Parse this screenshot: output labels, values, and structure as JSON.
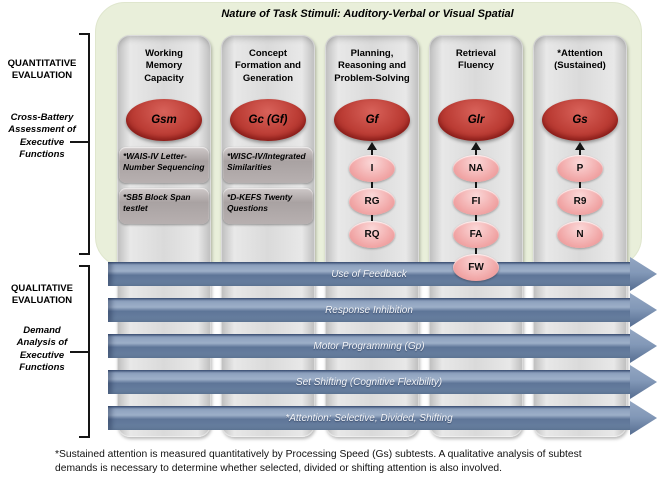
{
  "title": "Nature of Task Stimuli: Auditory-Verbal or Visual Spatial",
  "sections": {
    "quantitative": {
      "heading": "QUANTITATIVE\nEVALUATION",
      "subheading": "Cross-Battery\nAssessment of\nExecutive\nFunctions"
    },
    "qualitative": {
      "heading": "QUALITATIVE\nEVALUATION",
      "subheading": "Demand\nAnalysis of\nExecutive\nFunctions"
    }
  },
  "columns": [
    {
      "title": "Working\nMemory\nCapacity",
      "ability": "Gsm",
      "tests": [
        "*WAIS-IV Letter-\nNumber Sequencing",
        "*SB5 Block Span\ntestlet"
      ],
      "subtests": []
    },
    {
      "title": "Concept\nFormation and\nGeneration",
      "ability": "Gc (Gf)",
      "tests": [
        "*WISC-IV/Integrated\nSimilarities",
        "*D-KEFS Twenty\nQuestions"
      ],
      "subtests": []
    },
    {
      "title": "Planning,\nReasoning and\nProblem-Solving",
      "ability": "Gf",
      "tests": [],
      "subtests": [
        "I",
        "RG",
        "RQ"
      ]
    },
    {
      "title": "Retrieval\nFluency",
      "ability": "Glr",
      "tests": [],
      "subtests": [
        "NA",
        "FI",
        "FA",
        "FW"
      ]
    },
    {
      "title": "*Attention\n(Sustained)",
      "ability": "Gs",
      "tests": [],
      "subtests": [
        "P",
        "R9",
        "N"
      ]
    }
  ],
  "bands": [
    "Use of Feedback",
    "Response Inhibition",
    "Motor Programming (Gp)",
    "Set Shifting (Cognitive Flexibility)",
    "*Attention: Selective, Divided, Shifting"
  ],
  "footnote": "*Sustained attention is measured quantitatively by Processing Speed (Gs) subtests.  A qualitative analysis of subtest\ndemands is necessary to determine whether selected, divided or shifting attention is also involved.",
  "colors": {
    "panel_green": "#e9efda",
    "column_gray": "#dadada",
    "ability_red": "#bc3d35",
    "subtest_pink": "#f1a6a6",
    "test_box_gray": "#a9a2a2",
    "band_blue": "#6a82a1"
  }
}
